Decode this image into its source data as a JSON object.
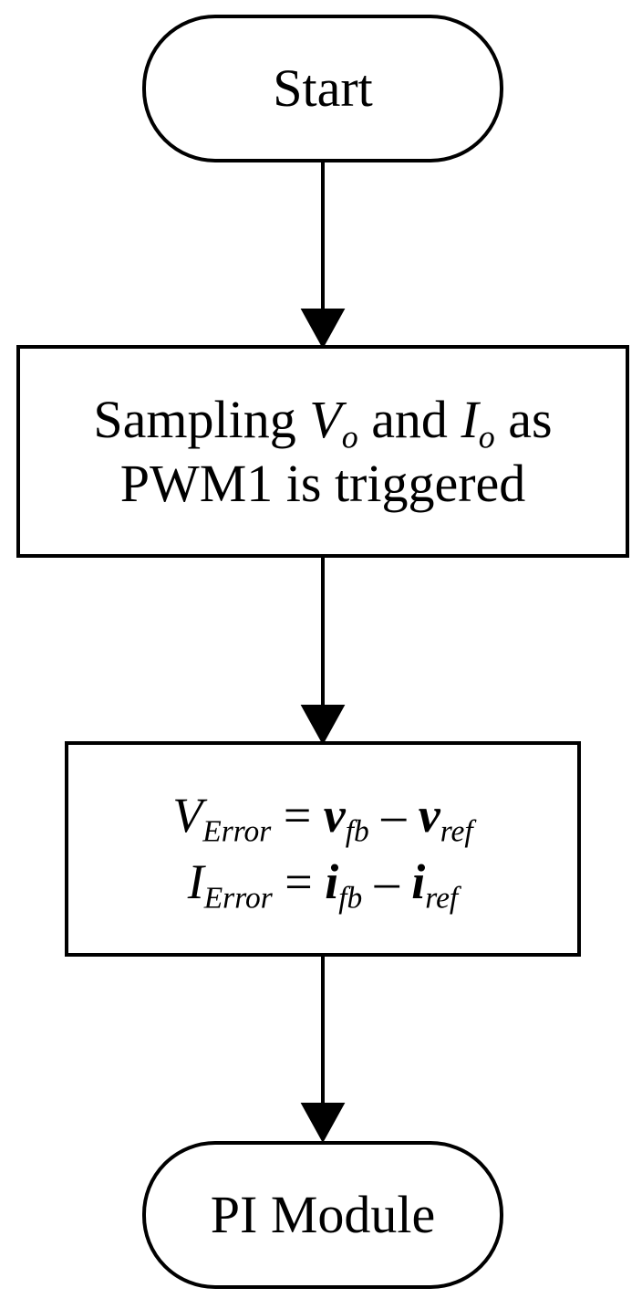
{
  "nodes": {
    "start": {
      "label": "Start"
    },
    "sampling": {
      "line1_a": "Sampling ",
      "v_sym": "V",
      "v_sub": "o",
      "line1_b": " and ",
      "i_sym": "I",
      "i_sub": "o",
      "line1_c": " as",
      "line2": "PWM1 is triggered"
    },
    "error": {
      "v_lhs": "V",
      "v_lhs_sub": "Error",
      "eq": " = ",
      "v_fb": "v",
      "v_fb_sub": "fb",
      "minus": " – ",
      "v_ref": "v",
      "v_ref_sub": "ref",
      "i_lhs": "I",
      "i_lhs_sub": "Error",
      "i_fb": "i",
      "i_fb_sub": "fb",
      "i_ref": "i",
      "i_ref_sub": "ref"
    },
    "pi": {
      "label": "PI Module"
    }
  },
  "colors": {
    "stroke": "#000000",
    "fill": "#ffffff"
  }
}
